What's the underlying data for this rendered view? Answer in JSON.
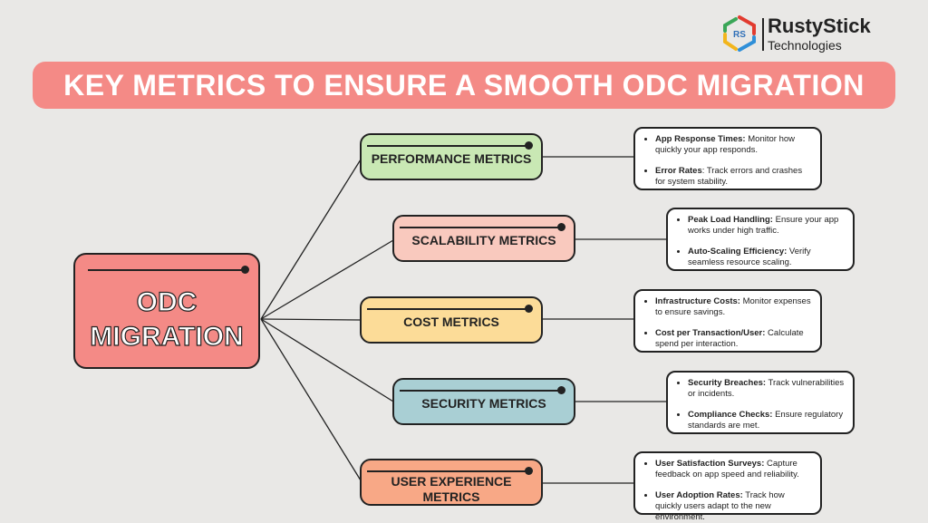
{
  "logo": {
    "mark": "RS",
    "name": "RustyStick",
    "sub": "Technologies"
  },
  "title": "KEY METRICS TO ENSURE A SMOOTH ODC MIGRATION",
  "root": {
    "line1": "ODC",
    "line2": "MIGRATION"
  },
  "colors": {
    "banner": "#f48a86",
    "root": "#f48a86",
    "performance": "#c9e8b4",
    "scalability": "#f9c9be",
    "cost": "#fcdc98",
    "security": "#a9cfd4",
    "ux": "#f8a886"
  },
  "branches": [
    {
      "label": "PERFORMANCE METRICS",
      "items": [
        {
          "bold": "App Response Times:",
          "text": " Monitor how quickly your app responds."
        },
        {
          "bold": "Error Rates",
          "text": ": Track errors and crashes for system stability."
        }
      ]
    },
    {
      "label": "SCALABILITY METRICS",
      "items": [
        {
          "bold": "Peak Load Handling:",
          "text": " Ensure your app works under high traffic."
        },
        {
          "bold": "Auto-Scaling Efficiency:",
          "text": " Verify seamless resource scaling."
        }
      ]
    },
    {
      "label": "COST METRICS",
      "items": [
        {
          "bold": "Infrastructure Costs:",
          "text": " Monitor expenses to ensure savings."
        },
        {
          "bold": "Cost per Transaction/User:",
          "text": " Calculate spend per interaction."
        }
      ]
    },
    {
      "label": "SECURITY METRICS",
      "items": [
        {
          "bold": "Security Breaches:",
          "text": " Track vulnerabilities or incidents."
        },
        {
          "bold": "Compliance Checks:",
          "text": " Ensure regulatory standards are met."
        }
      ]
    },
    {
      "label_line1": "USER EXPERIENCE",
      "label_line2": "METRICS",
      "items": [
        {
          "bold": "User Satisfaction Surveys:",
          "text": " Capture feedback on app speed and reliability."
        },
        {
          "bold": "User Adoption Rates:",
          "text": " Track how quickly users adapt to the new environment."
        }
      ]
    }
  ]
}
